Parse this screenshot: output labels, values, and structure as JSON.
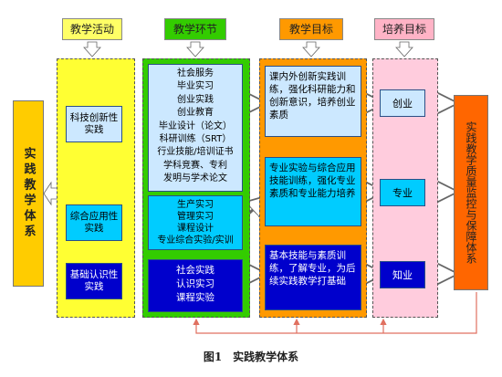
{
  "headers": {
    "activity": "教学活动",
    "link": "教学环节",
    "goal": "教学目标",
    "training": "培养目标"
  },
  "left_box": "实践教学体系",
  "right_box": "实践教学质量监控与保障体系",
  "activities": {
    "top": "科技创新性实践",
    "middle": "综合应用性实践",
    "bottom": "基础认识性实践"
  },
  "links": {
    "top": [
      "社会服务",
      "毕业实习",
      "创业实践",
      "创业教育",
      "毕业设计（论文）",
      "科研训练（SRT）",
      "行业技能/培训证书",
      "学科竞赛、专利",
      "发明与学术论文"
    ],
    "middle": [
      "生产实习",
      "管理实习",
      "课程设计",
      "专业综合实验/实训"
    ],
    "bottom": [
      "社会实践",
      "认识实习",
      "课程实验"
    ]
  },
  "goals": {
    "top": "课内外创新实践训练，强化科研能力和创新意识，培养创业素质",
    "middle": "专业实验与综合应用技能训练，强化专业素质和专业能力培养",
    "bottom": "基本技能与素质训练，了解专业，为后续实践教学打基础"
  },
  "training": {
    "top": "创业",
    "middle": "专业",
    "bottom": "知业"
  },
  "caption": "图1　实践教学体系",
  "colors": {
    "yellow_header": "#ffff66",
    "green_header": "#33cc00",
    "orange_header": "#ff9900",
    "pink_header": "#ffb3c6",
    "col_yellow": "#ffff33",
    "col_green": "#33cc00",
    "col_orange": "#ff9900",
    "col_pink": "#ffccdd",
    "box_light": "#cce8ff",
    "box_cyan": "#00ccff",
    "box_blue": "#0000cc",
    "left_gold": "#ffcc00",
    "right_orange": "#ff6600"
  }
}
